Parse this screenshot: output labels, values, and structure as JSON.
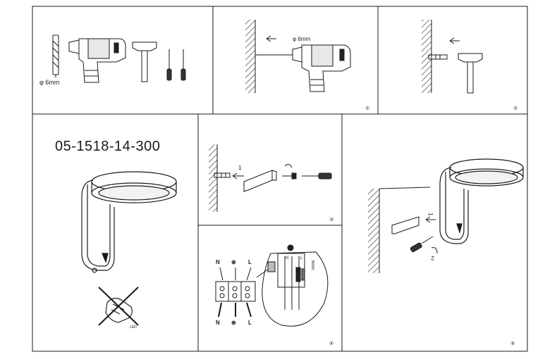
{
  "product_code": "05-1518-14-300",
  "panels": {
    "tools": {
      "drill_bit_label": "φ 6mm"
    },
    "step1": {
      "number": "①",
      "drill_label": "φ 6mm"
    },
    "step2": {
      "number": "②"
    },
    "step3": {
      "number": "③",
      "arrow_label": "1"
    },
    "step4": {
      "number": "④",
      "terminal_top_labels": [
        "N",
        "⊕",
        "L"
      ],
      "terminal_bottom_labels": [
        "N",
        "⊕",
        "L"
      ],
      "zoom_labels": [
        "N",
        "L"
      ],
      "strip_length": "6mm"
    },
    "step5": {
      "number": "⑤",
      "arrow_1": "1",
      "arrow_2": "2"
    },
    "product": {
      "led_label": "LED"
    }
  },
  "colors": {
    "line": "#1a1a1a",
    "wall_hatch": "#333333",
    "background": "#ffffff"
  }
}
